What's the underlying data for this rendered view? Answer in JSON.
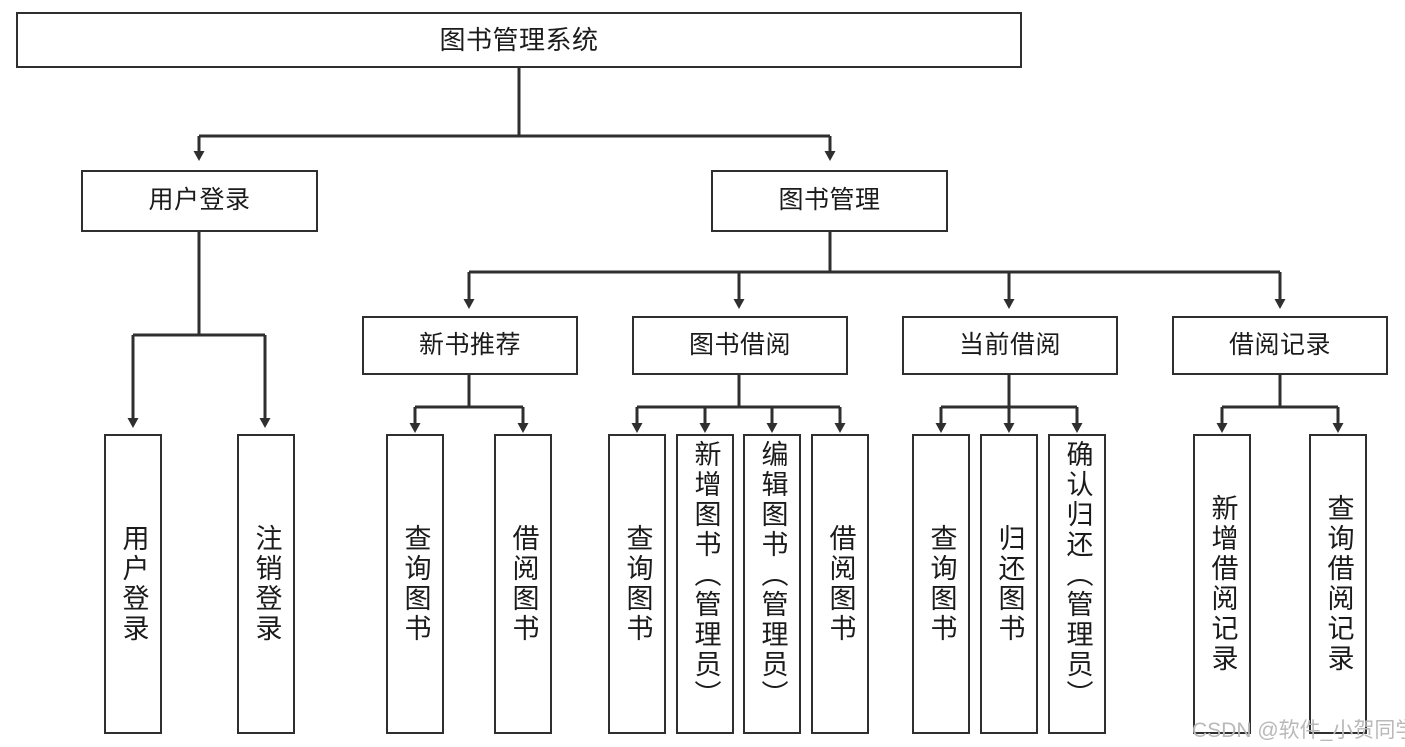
{
  "diagram": {
    "title": "图书管理系统",
    "type": "hierarchy-tree",
    "stroke_color": "#2f2f2f",
    "fill_color": "#ffffff",
    "text_color": "#1b1b1b",
    "levels": [
      {
        "level": 1,
        "nodes": [
          {
            "id": "root",
            "label": "图书管理系统",
            "orientation": "horizontal"
          }
        ]
      },
      {
        "level": 2,
        "nodes": [
          {
            "id": "login",
            "label": "用户登录",
            "orientation": "horizontal"
          },
          {
            "id": "bookmgmt",
            "label": "图书管理",
            "orientation": "horizontal"
          }
        ]
      },
      {
        "level": 3,
        "nodes": [
          {
            "id": "newbook",
            "label": "新书推荐",
            "orientation": "horizontal"
          },
          {
            "id": "borrow",
            "label": "图书借阅",
            "orientation": "horizontal"
          },
          {
            "id": "current",
            "label": "当前借阅",
            "orientation": "horizontal"
          },
          {
            "id": "records",
            "label": "借阅记录",
            "orientation": "horizontal"
          }
        ]
      },
      {
        "level": 4,
        "nodes": [
          {
            "id": "leaf-user-login",
            "label": "用户登录",
            "orientation": "vertical",
            "parent": "login"
          },
          {
            "id": "leaf-user-logout",
            "label": "注销登录",
            "orientation": "vertical",
            "parent": "login"
          },
          {
            "id": "leaf-query-book-1",
            "label": "查询图书",
            "orientation": "vertical",
            "parent": "newbook"
          },
          {
            "id": "leaf-borrow-book-1",
            "label": "借阅图书",
            "orientation": "vertical",
            "parent": "newbook"
          },
          {
            "id": "leaf-query-book-2",
            "label": "查询图书",
            "orientation": "vertical",
            "parent": "borrow"
          },
          {
            "id": "leaf-add-book",
            "label": "新增图书（管理员）",
            "orientation": "vertical",
            "parent": "borrow"
          },
          {
            "id": "leaf-edit-book",
            "label": "编辑图书（管理员）",
            "orientation": "vertical",
            "parent": "borrow"
          },
          {
            "id": "leaf-borrow-book-2",
            "label": "借阅图书",
            "orientation": "vertical",
            "parent": "borrow"
          },
          {
            "id": "leaf-query-book-3",
            "label": "查询图书",
            "orientation": "vertical",
            "parent": "current"
          },
          {
            "id": "leaf-return-book",
            "label": "归还图书",
            "orientation": "vertical",
            "parent": "current"
          },
          {
            "id": "leaf-confirm-return",
            "label": "确认归还（管理员）",
            "orientation": "vertical",
            "parent": "current"
          },
          {
            "id": "leaf-add-record",
            "label": "新增借阅记录",
            "orientation": "vertical",
            "parent": "records"
          },
          {
            "id": "leaf-query-record",
            "label": "查询借阅记录",
            "orientation": "vertical",
            "parent": "records"
          }
        ]
      }
    ]
  },
  "watermark": {
    "text": "CSDN @软件_小贺同学"
  }
}
